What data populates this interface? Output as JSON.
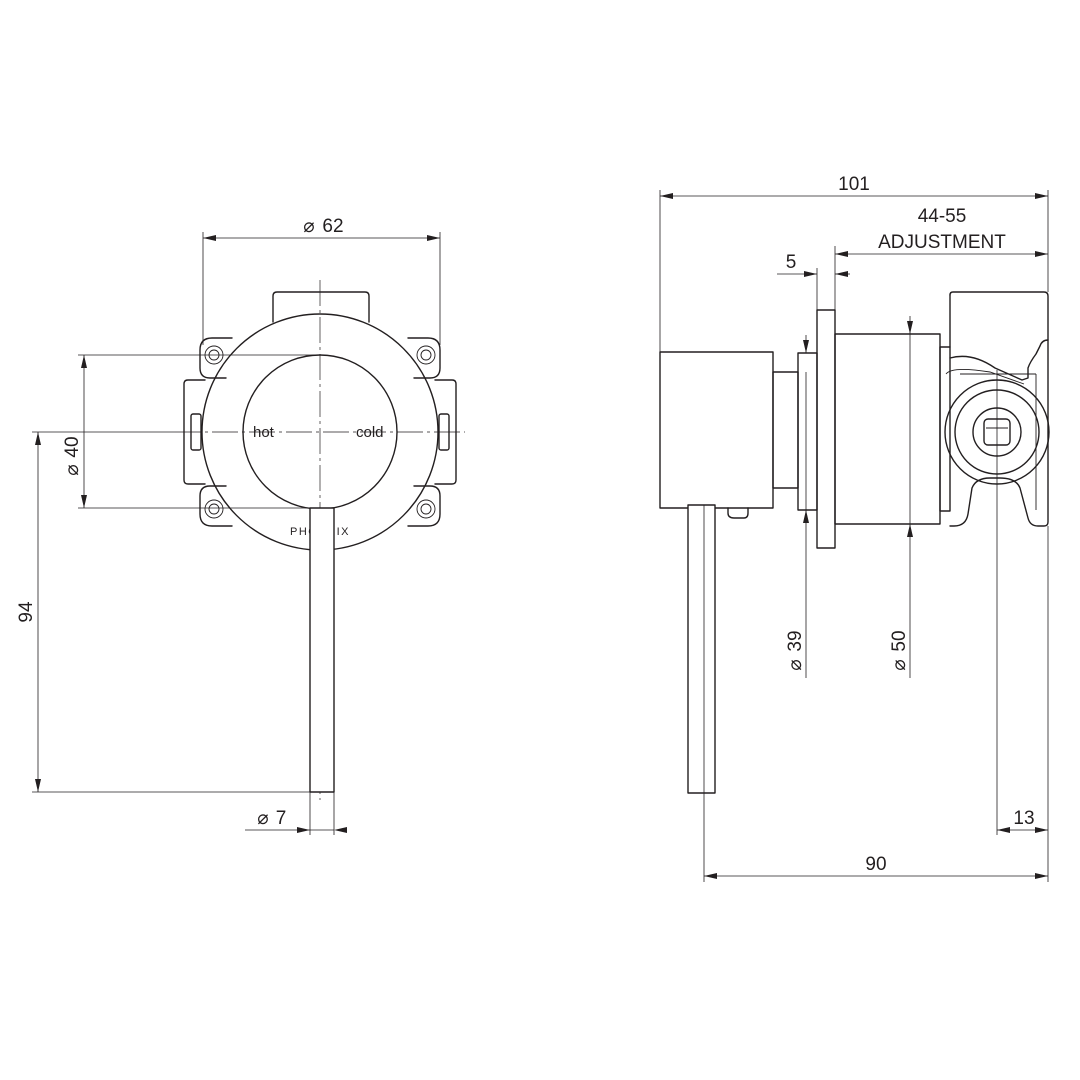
{
  "front_view": {
    "label_hot": "hot",
    "label_cold": "cold",
    "brand": "PHOENIX",
    "dim_plate_diameter": "62",
    "dim_handle_diameter": "40",
    "dim_lever_length": "94",
    "dim_lever_diameter": "7"
  },
  "side_view": {
    "dim_overall_depth": "101",
    "dim_adjustment_range": "44-55",
    "dim_adjustment_label": "ADJUSTMENT",
    "dim_plate_thickness": "5",
    "dim_body_diameter": "39",
    "dim_sleeve_diameter": "50",
    "dim_rear_offset": "13",
    "dim_lever_depth": "90"
  },
  "symbols": {
    "diameter": "⌀"
  }
}
